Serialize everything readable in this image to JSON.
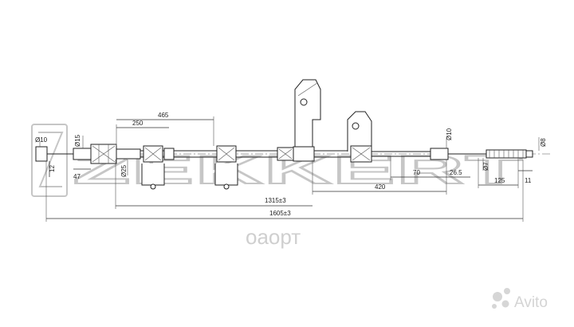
{
  "watermark": {
    "brand": "ZEKKERT",
    "subtitle": "оаорт",
    "avito": "Avito",
    "colors": {
      "watermark": "#c6c6c6",
      "avito_circles": "#d6d6d6"
    }
  },
  "dimensions": {
    "d10": "Ø10",
    "d15": "Ø15",
    "d25": "Ø25",
    "d8": "Ø8",
    "d7": "Ø7",
    "d10b": "Ø10",
    "len_12": "12",
    "len_47": "47",
    "len_250": "250",
    "len_465": "465",
    "len_1315": "1315±3",
    "len_1605": "1605±3",
    "len_420": "420",
    "len_70": "70",
    "len_26_5": "26.5",
    "len_125": "125",
    "len_11": "11"
  },
  "colors": {
    "line": "#222222",
    "background": "#ffffff"
  }
}
